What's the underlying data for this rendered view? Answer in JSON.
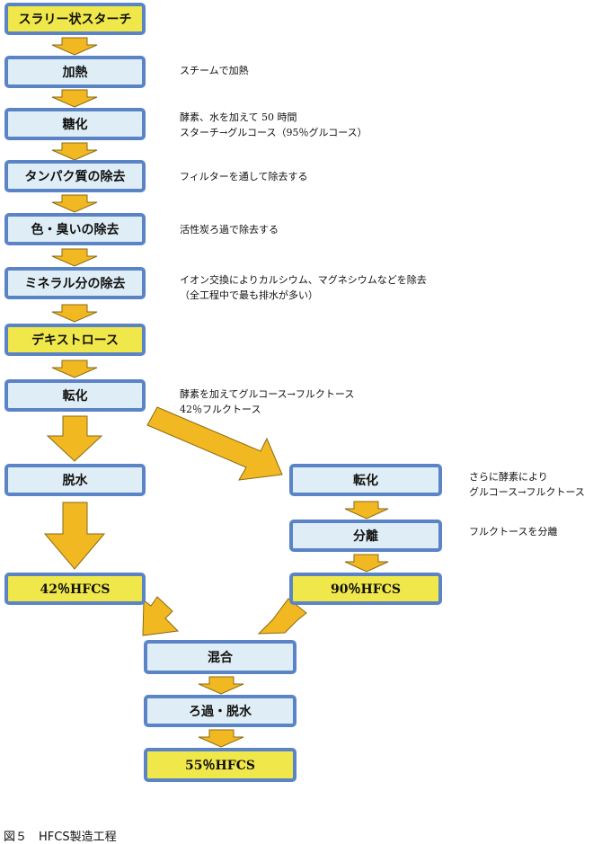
{
  "boxes": {
    "slurry": "スラリー状スターチ",
    "heating": "加熱",
    "saccharification": "糖化",
    "protein_removal": "タンパク質の除去",
    "color_odor_removal": "色・臭いの除去",
    "mineral_removal": "ミネラル分の除去",
    "dextrose": "デキストロース",
    "conversion1": "転化",
    "dehydration1": "脱水",
    "hfcs42": "42％HFCS",
    "conversion2": "転化",
    "separation": "分離",
    "hfcs90": "90％HFCS",
    "mixing": "混合",
    "filter_dehydrate": "ろ過・脱水",
    "hfcs55": "55％HFCS"
  },
  "notes": {
    "heating": [
      "スチームで加熱"
    ],
    "saccharification": [
      "酵素、水を加えて 50 時間",
      "スターチ→グルコース（95％グルコース）"
    ],
    "protein": [
      "フィルターを通して除去する"
    ],
    "color_odor": [
      "活性炭ろ過で除去する"
    ],
    "mineral": [
      "イオン交換によりカルシウム、マグネシウムなどを除去",
      "（全工程中で最も排水が多い）"
    ],
    "conversion1": [
      "酵素を加えてグルコース→フルクトース",
      "42％フルクトース"
    ],
    "conversion2": [
      "さらに酵素により",
      "グルコース→フルクトース"
    ],
    "separation": [
      "フルクトースを分離"
    ]
  },
  "caption": "図５　HFCS製造工程",
  "colors": {
    "border": "#5b84c6",
    "blue_fill": "#dfeef6",
    "yellow_fill": "#f0e84a",
    "arrow": "#f2b822"
  }
}
